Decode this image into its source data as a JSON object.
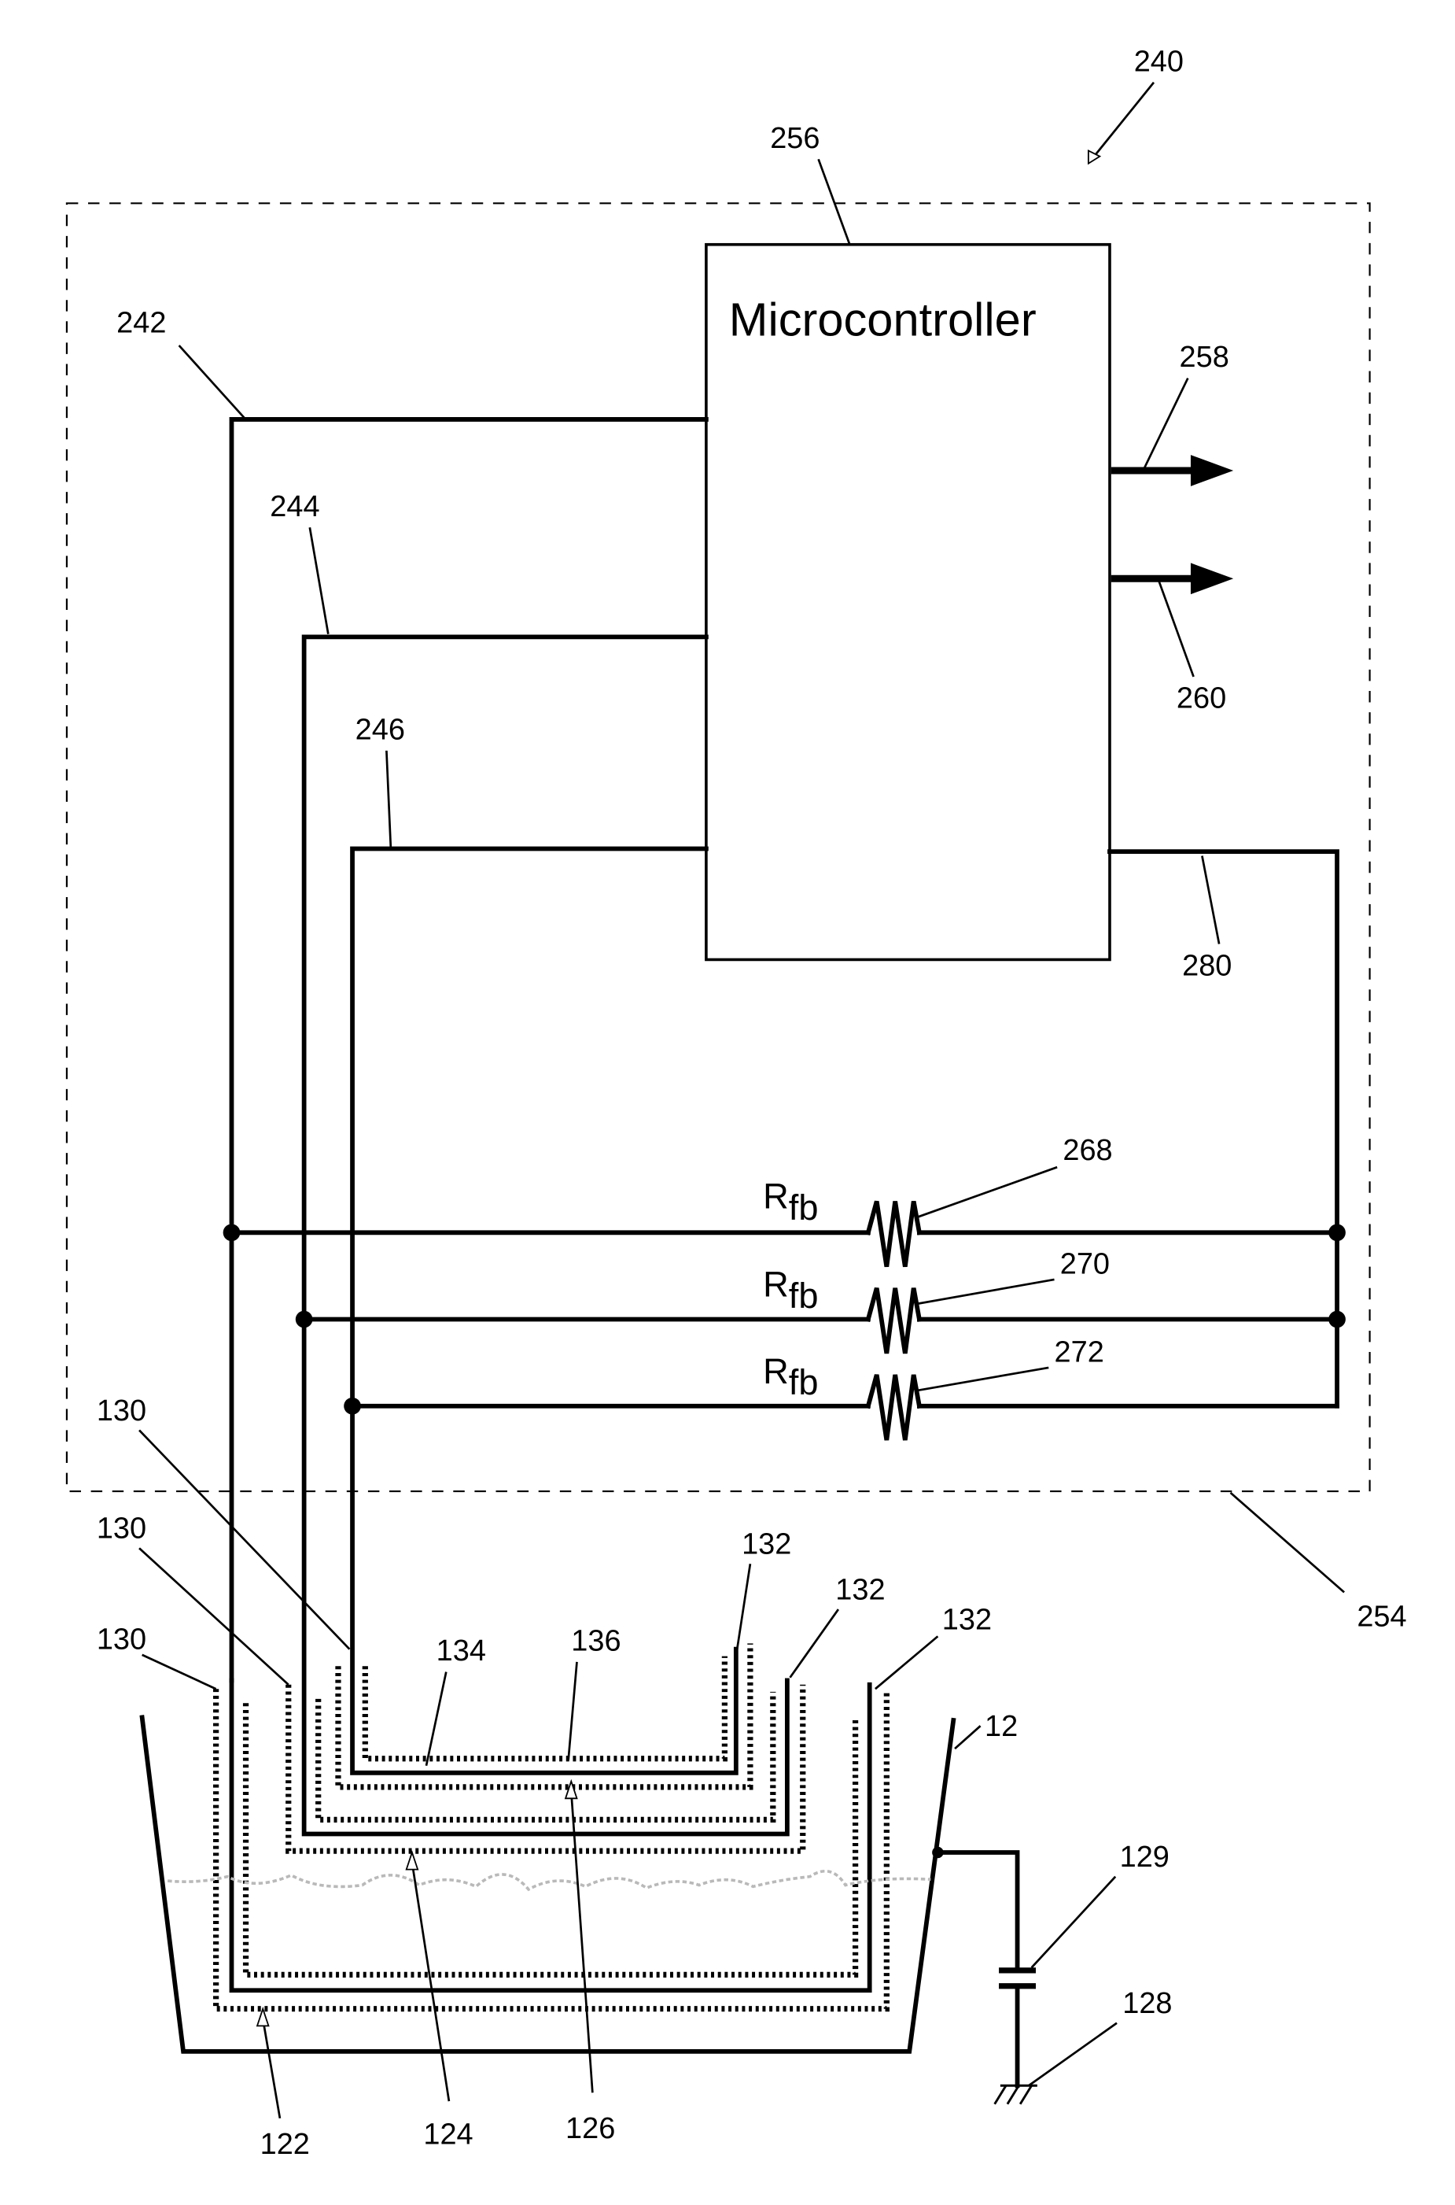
{
  "figure": {
    "assembly_ref": "240",
    "microcontroller": {
      "label": "Microcontroller",
      "ref": "256"
    },
    "circuit_boundary_ref": "254",
    "lines": {
      "line_1": "242",
      "line_2": "244",
      "line_3": "246",
      "return_line": "280"
    },
    "outputs": {
      "output_1": "258",
      "output_2": "260"
    },
    "resistors": [
      {
        "symbol": "R",
        "subscript": "fb",
        "ref": "268"
      },
      {
        "symbol": "R",
        "subscript": "fb",
        "ref": "270"
      },
      {
        "symbol": "R",
        "subscript": "fb",
        "ref": "272"
      }
    ],
    "electrodes": {
      "outer_ref": "122",
      "middle_ref": "124",
      "inner_ref": "126",
      "left_insulation_refs": [
        "130",
        "130",
        "130"
      ],
      "right_insulation_refs": [
        "132",
        "132",
        "132"
      ],
      "inner_detail_refs": [
        "134",
        "136"
      ]
    },
    "container_ref": "12",
    "capacitor_ref": "129",
    "ground_ref": "128"
  }
}
